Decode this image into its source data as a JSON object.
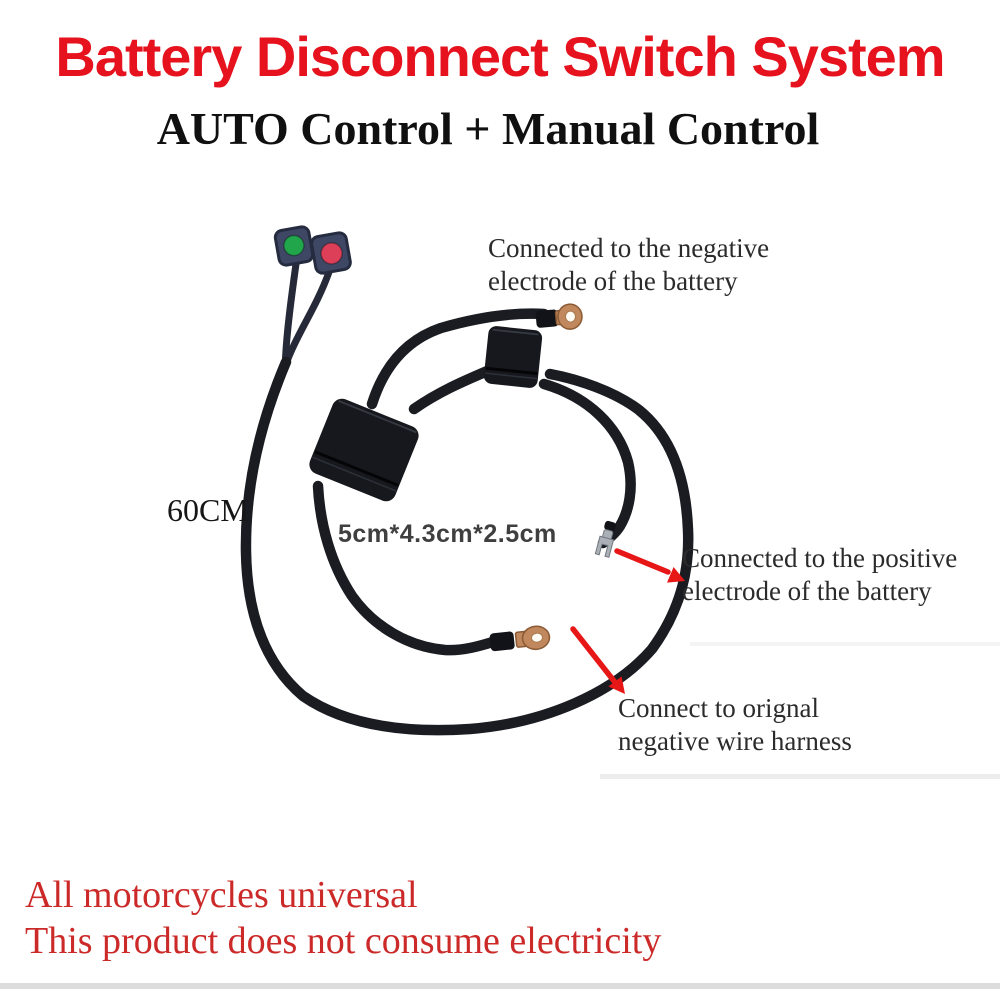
{
  "header": {
    "title": "Battery Disconnect Switch System",
    "subtitle": "AUTO Control + Manual Control"
  },
  "annotations": {
    "negative_battery_line1": "Connected to the negative",
    "negative_battery_line2": "electrode of the battery",
    "cable_length": "60CM",
    "relay_box_size": "5cm*4.3cm*2.5cm",
    "positive_battery_line1": "Connected to the positive",
    "positive_battery_line2": "electrode of the battery",
    "harness_line1": "Connect to orignal",
    "harness_line2": "negative wire harness"
  },
  "footer": {
    "line1": "All motorcycles universal",
    "line2": "This product does not consume electricity"
  },
  "colors": {
    "title_red": "#e6121e",
    "footer_red": "#cc2929",
    "arrow_red": "#e81717",
    "cable_black": "#1a1c22",
    "box_black": "#17181d",
    "switch_body_blue": "#3e4764",
    "button_green": "#21a64b",
    "button_red": "#de3f58",
    "copper": "#c1875d",
    "metal_gray": "#aab0b6",
    "annotation_gray": "#2b2b2b",
    "dimension_gray": "#3f3f3f"
  }
}
